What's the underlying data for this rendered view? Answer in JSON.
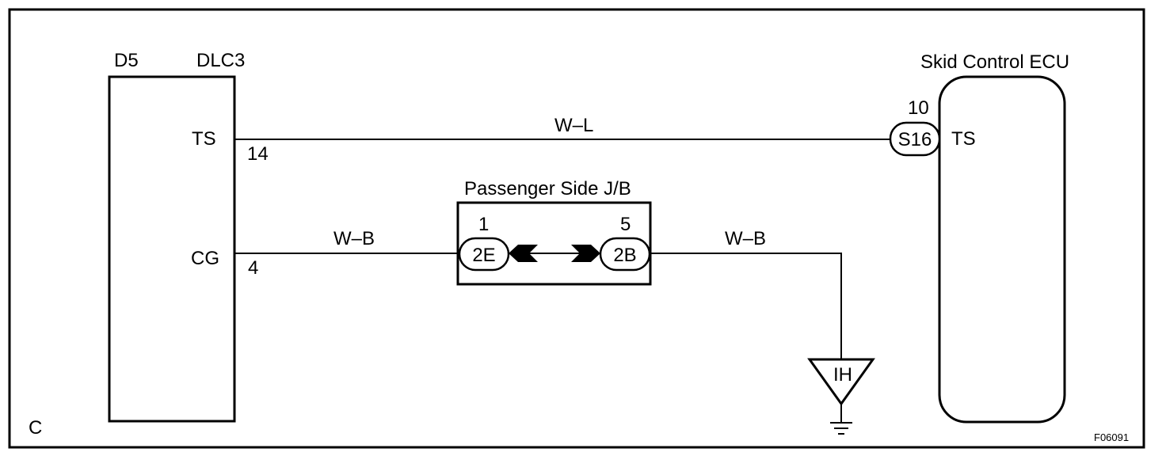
{
  "corner_letter": "C",
  "figure_id": "F06091",
  "dlc": {
    "connector_code": "D5",
    "name": "DLC3",
    "terminals": [
      {
        "label": "TS",
        "pin": "14"
      },
      {
        "label": "CG",
        "pin": "4"
      }
    ]
  },
  "ecu": {
    "name": "Skid Control ECU",
    "connector_code": "S16",
    "pin": "10",
    "terminal": "TS"
  },
  "junction_block": {
    "name": "Passenger Side J/B",
    "left_connector": "2E",
    "left_pin": "1",
    "right_connector": "2B",
    "right_pin": "5"
  },
  "wires": {
    "ts_wire": "W–L",
    "cg_wire_left": "W–B",
    "cg_wire_right": "W–B"
  },
  "ground": {
    "code": "IH"
  }
}
